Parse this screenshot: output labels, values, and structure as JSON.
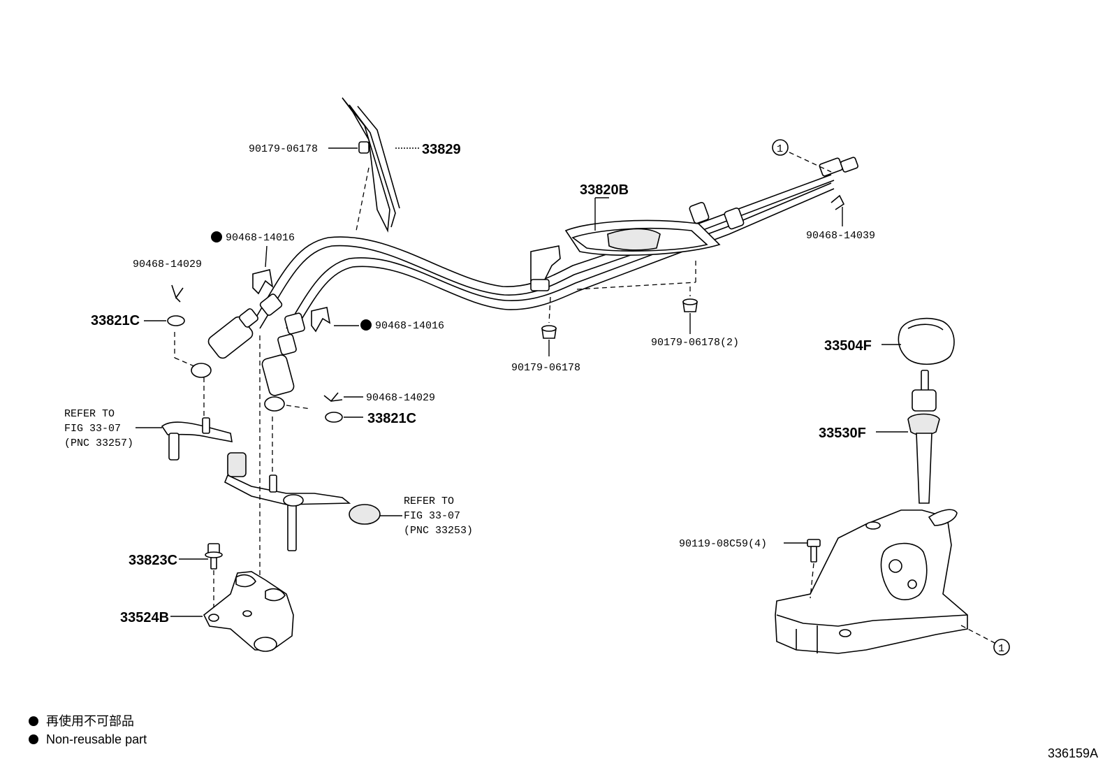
{
  "parts": {
    "p33829": "33829",
    "p90179_06178_top": "90179-06178",
    "p33820B": "33820B",
    "p90468_14039": "90468-14039",
    "p90468_14016_a": "90468-14016",
    "p90468_14016_b": "90468-14016",
    "p90468_14029_a": "90468-14029",
    "p90468_14029_b": "90468-14029",
    "p33821C_a": "33821C",
    "p33821C_b": "33821C",
    "p90179_06178_mid": "90179-06178",
    "p90179_06178_2": "90179-06178(2)",
    "p33504F": "33504F",
    "p33530F": "33530F",
    "p90119_08C59": "90119-08C59(4)",
    "p33823C": "33823C",
    "p33524B": "33524B"
  },
  "refs": {
    "left": {
      "line1": "REFER TO",
      "line2": "FIG 33-07",
      "line3": "(PNC 33257)"
    },
    "center": {
      "line1": "REFER TO",
      "line2": "FIG 33-07",
      "line3": "(PNC 33253)"
    }
  },
  "callout": {
    "top": "1",
    "bottom": "1"
  },
  "legend": {
    "jp": "再使用不可部品",
    "en": "Non-reusable part"
  },
  "figure_id": "336159A"
}
